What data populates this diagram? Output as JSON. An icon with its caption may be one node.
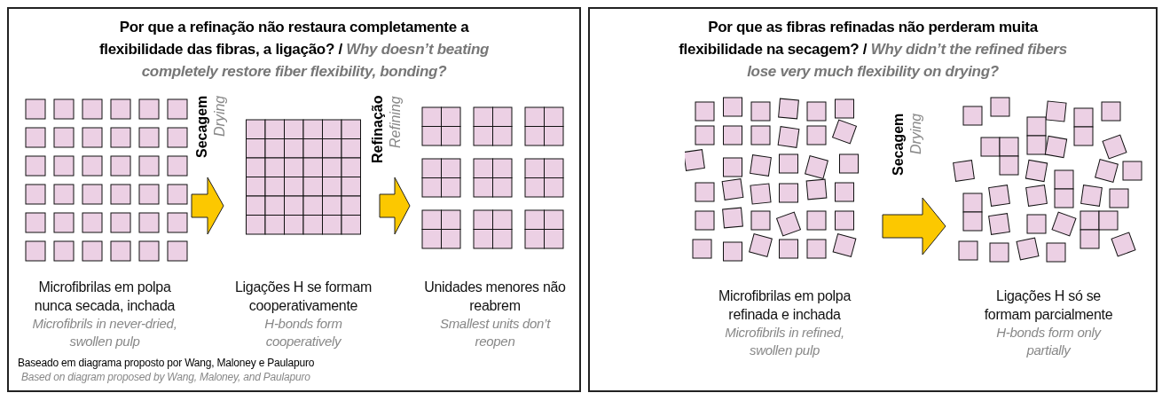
{
  "diagram": {
    "nodes": [
      {
        "text": [
          "Por que a refinação não restaura completamente a flexibilidade das fibras, a ligação?  / *Why doesn’t beating completely restore fiber flexibility, bonding?*"
        ]
      },
      {
        "text": [
          "Microfibrilas em polpa nunca secada, inchada",
          "Microfibrils in never-dried, swollen pulp"
        ],
        "in": 0
      },
      {
        "text": [
          "Ligações H se formam cooperativamente",
          "H-bonds form cooperatively"
        ],
        "in": 0
      },
      {
        "text": [
          "Unidades menores não reabrem",
          "Smallest units don’t reopen"
        ],
        "in": 0
      },
      {
        "text": [
          "Por que as fibras refinadas não perderam muita flexibilidade na secagem?  / *Why didn’t the refined fibers lose very much flexibility on drying?*"
        ]
      },
      {
        "text": [
          "Microfibrilas em polpa refinada e inchada",
          "Microfibrils in refined, swollen pulp"
        ],
        "in": 4
      },
      {
        "text": [
          "Ligações H só se formam parcialmente",
          "H-bonds form only partially"
        ],
        "in": 4
      }
    ],
    "edges": [
      {
        "from": 1,
        "to": 2,
        "arrow": "to",
        "label": "Secagem *Drying*"
      },
      {
        "from": 2,
        "to": 3,
        "arrow": "to",
        "label": "Refinação *Refining*"
      },
      {
        "from": 5,
        "to": 6,
        "arrow": "to",
        "label": "Secagem *Drying*"
      }
    ],
    "labels": [
      "Baseado em diagrama proposto por Wang, Maloney e Paulapuro",
      "Based on diagram proposed by Wang, Maloney, and Paulapuro"
    ]
  }
}
